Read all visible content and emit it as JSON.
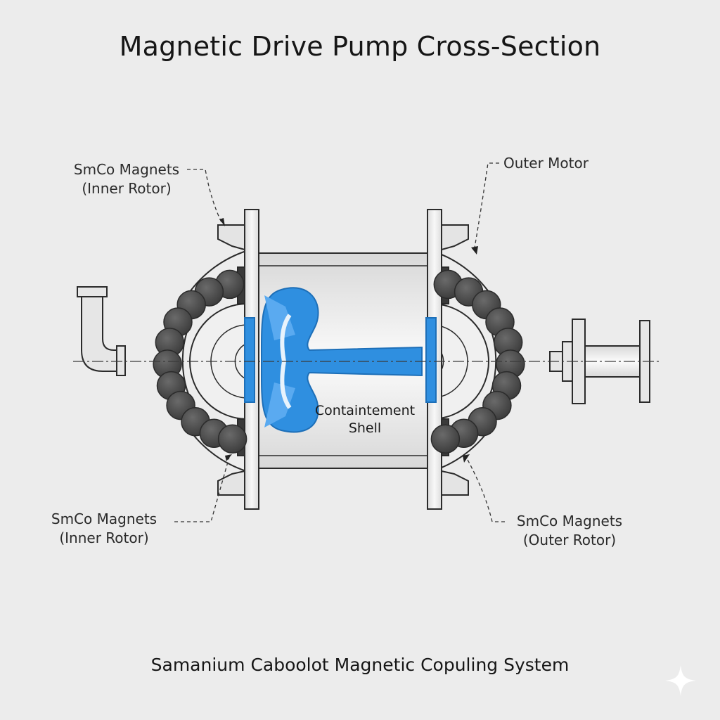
{
  "title": "Magnetic Drive Pump Cross-Section",
  "caption": "Samanium Caboolot Magnetic Copuling System",
  "labels": {
    "top_left": {
      "line1": "SmCo Magnets",
      "line2": "(Inner Rotor)"
    },
    "top_right": {
      "line1": "Outer Motor"
    },
    "bottom_left": {
      "line1": "SmCo Magnets",
      "line2": "(Inner Rotor)"
    },
    "bottom_right": {
      "line1": "SmCo Magnets",
      "line2": "(Outer Rotor)"
    },
    "center": {
      "line1": "Containtement",
      "line2": "Shell"
    }
  },
  "colors": {
    "background": "#ececec",
    "outline": "#2b2b2b",
    "metal": "#e6e6e6",
    "magnet": "#4a4a4a",
    "impeller": "#2f8fe0"
  }
}
